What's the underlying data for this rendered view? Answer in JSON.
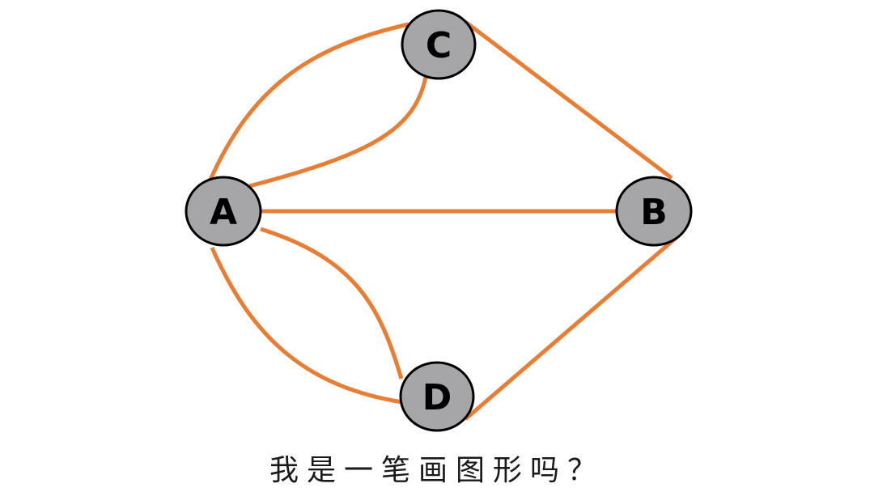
{
  "colors": {
    "edge": "#e87d33",
    "node_fill": "#a6a6a8",
    "node_stroke": "#000000",
    "label": "#000000"
  },
  "nodes": {
    "A": {
      "label": "A"
    },
    "B": {
      "label": "B"
    },
    "C": {
      "label": "C"
    },
    "D": {
      "label": "D"
    }
  },
  "edges": [
    {
      "from": "A",
      "to": "C",
      "kind": "outer-arc"
    },
    {
      "from": "A",
      "to": "C",
      "kind": "inner-arc"
    },
    {
      "from": "A",
      "to": "B",
      "kind": "straight"
    },
    {
      "from": "A",
      "to": "D",
      "kind": "inner-arc"
    },
    {
      "from": "A",
      "to": "D",
      "kind": "outer-arc"
    },
    {
      "from": "C",
      "to": "B",
      "kind": "straight"
    },
    {
      "from": "D",
      "to": "B",
      "kind": "straight"
    }
  ],
  "caption": "我是一笔画图形吗？"
}
